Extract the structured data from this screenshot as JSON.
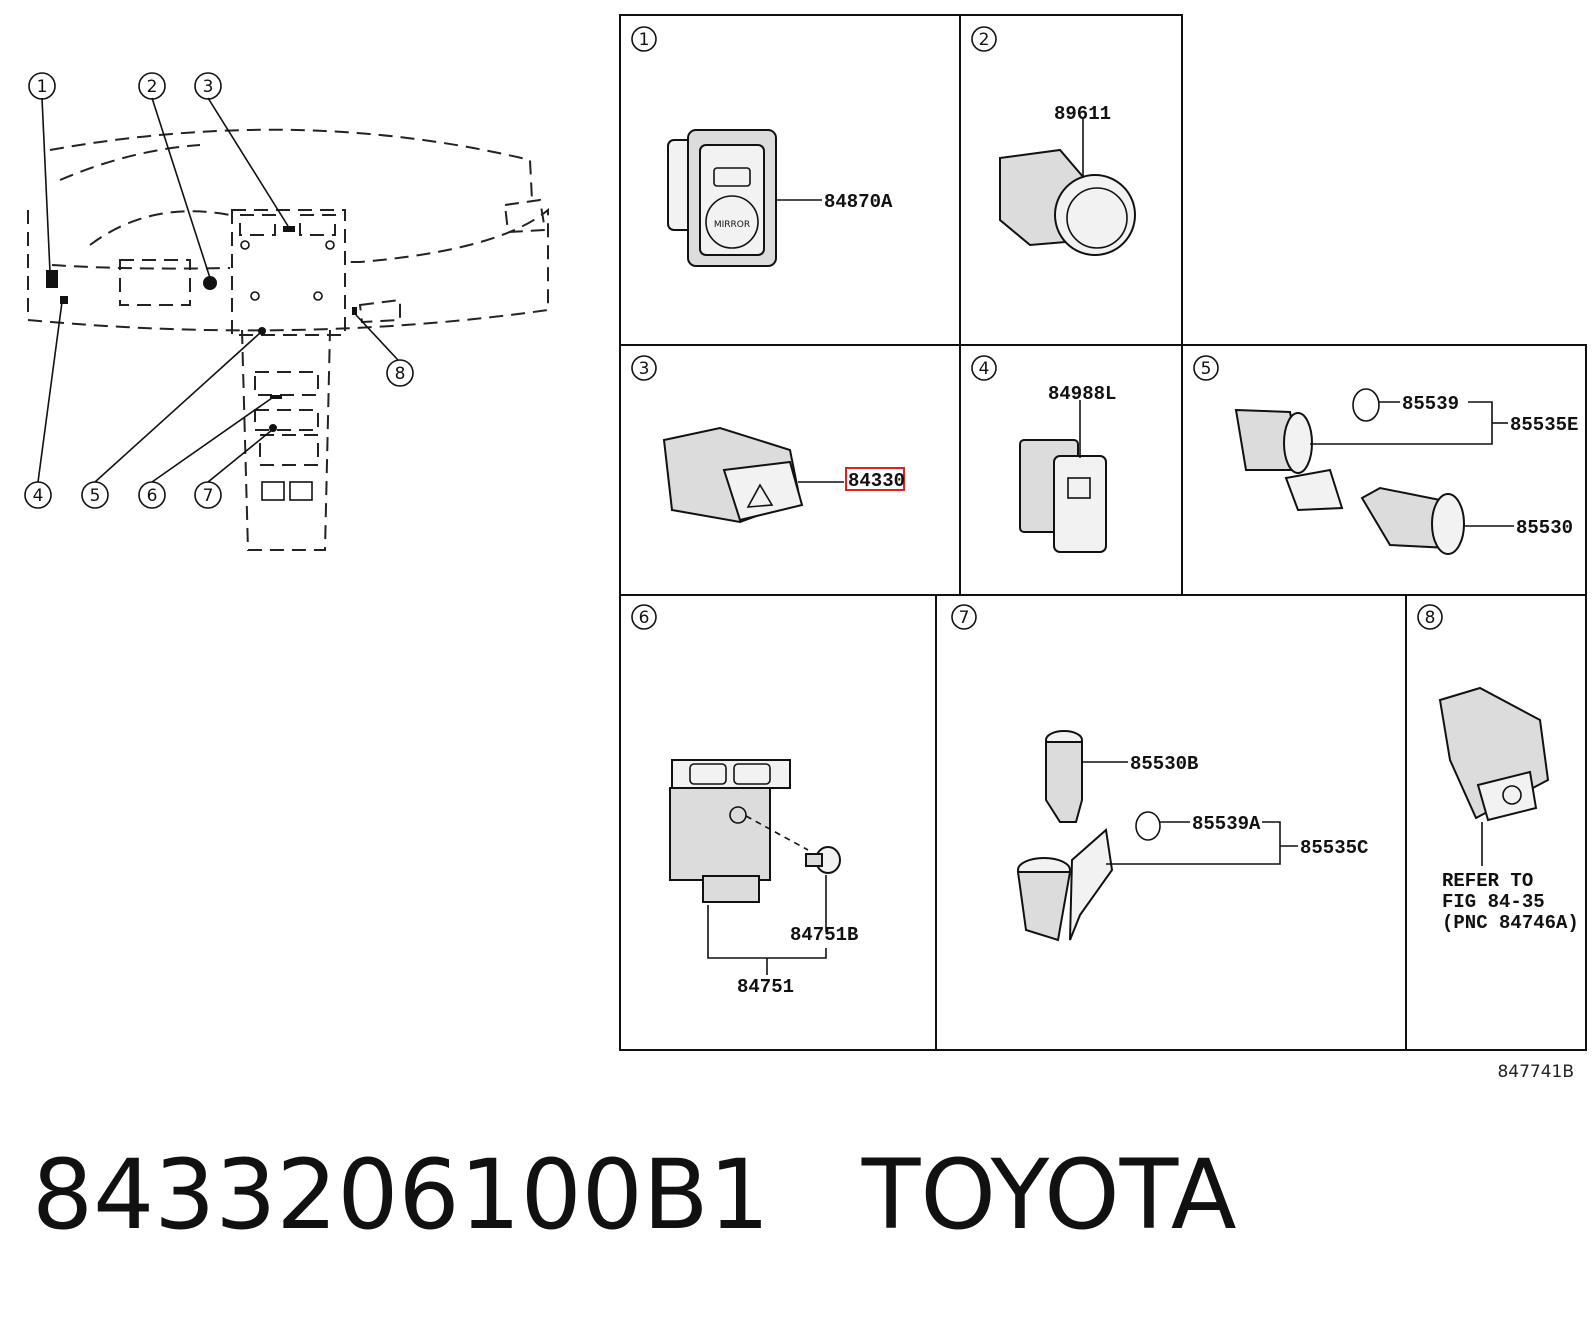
{
  "footer": {
    "part_number": "8433206100B1",
    "brand": "TOYOTA"
  },
  "figure_code": "847741B",
  "overview_callouts": [
    "1",
    "2",
    "3",
    "4",
    "5",
    "6",
    "7",
    "8"
  ],
  "panels": [
    {
      "id": "1",
      "parts": [
        "84870A"
      ]
    },
    {
      "id": "2",
      "parts": [
        "89611"
      ]
    },
    {
      "id": "3",
      "parts": [
        "84330"
      ],
      "highlighted": "84330"
    },
    {
      "id": "4",
      "parts": [
        "84988L"
      ]
    },
    {
      "id": "5",
      "parts": [
        "85539",
        "85535E",
        "85530"
      ]
    },
    {
      "id": "6",
      "parts": [
        "84751B",
        "84751"
      ]
    },
    {
      "id": "7",
      "parts": [
        "85530B",
        "85539A",
        "85535C"
      ]
    },
    {
      "id": "8",
      "parts": [],
      "note": [
        "REFER TO",
        "FIG 84-35",
        "(PNC 84746A)"
      ]
    }
  ],
  "icons": {
    "mirror_switch_text": "MIRROR",
    "highlight_color": "#e0201c"
  }
}
